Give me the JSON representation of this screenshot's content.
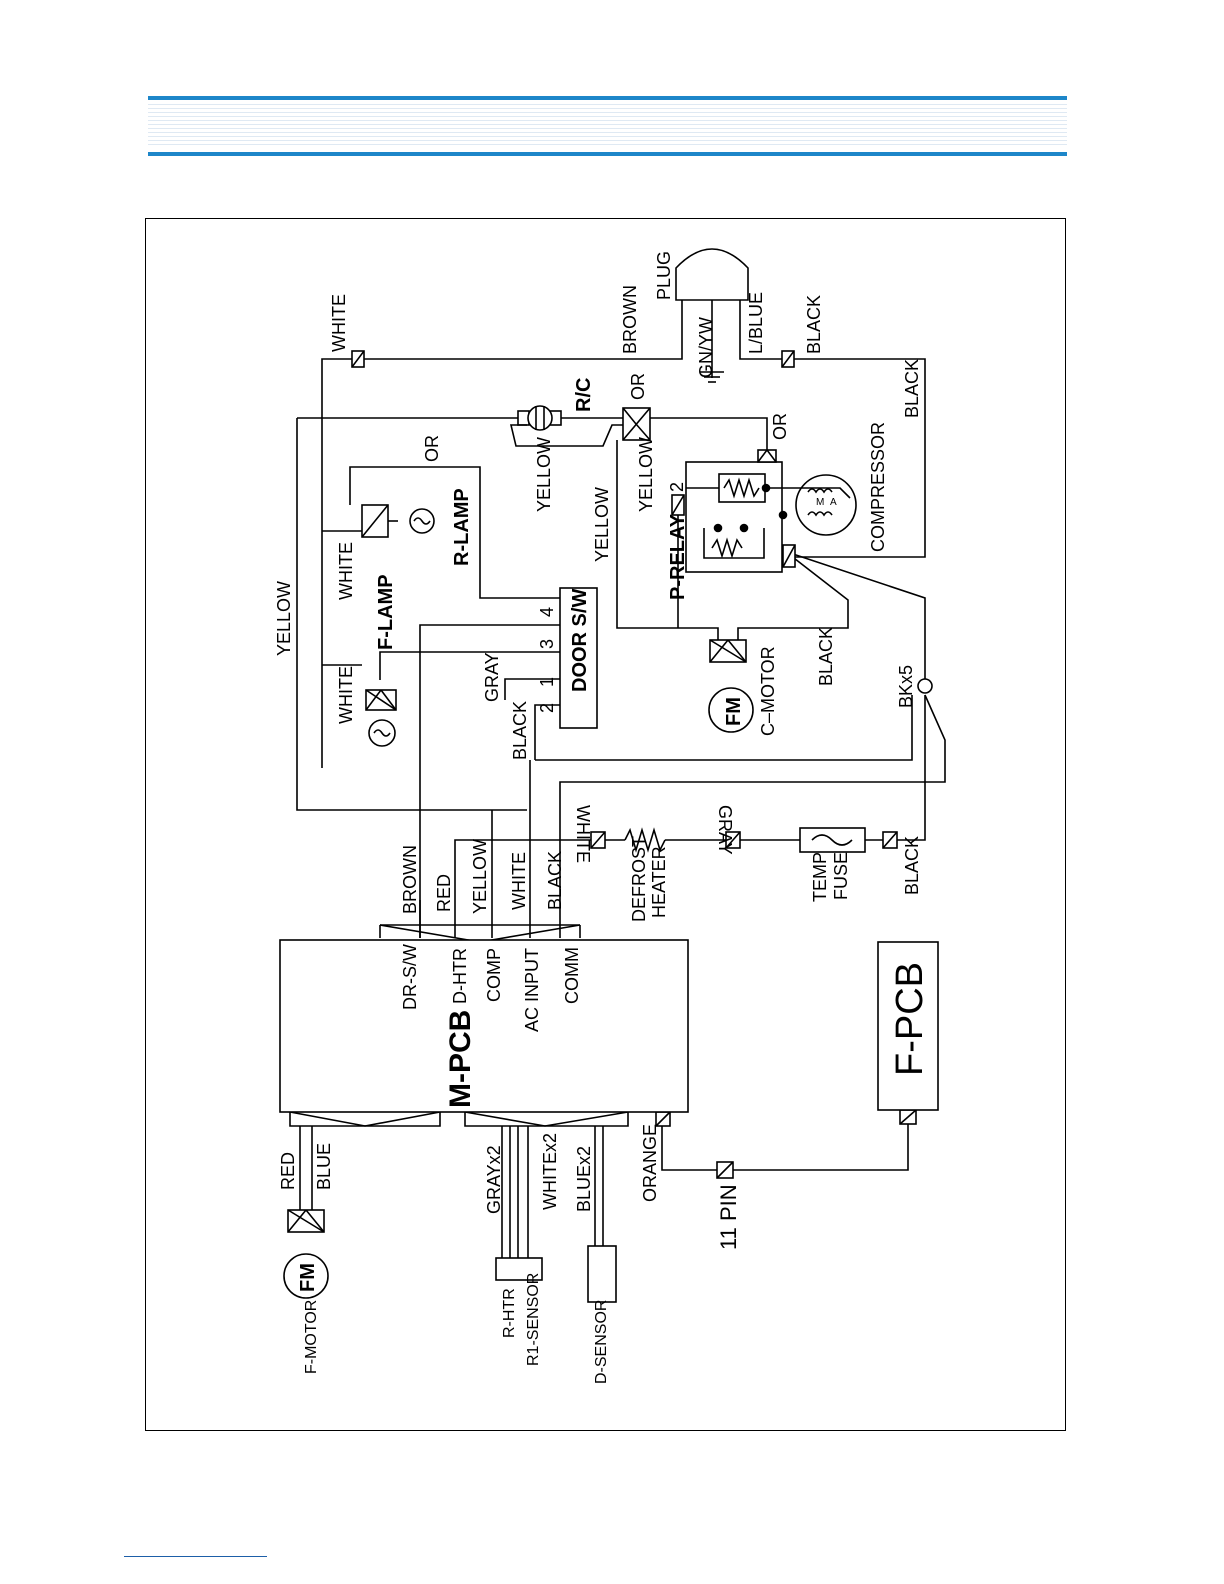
{
  "diagram": {
    "wire_labels": {
      "white_top": "WHITE",
      "brown_top": "BROWN",
      "plug": "PLUG",
      "gnyw": "GN/YW",
      "lblue": "L/BLUE",
      "black_plug": "BLACK",
      "black_right": "BLACK",
      "or_top": "OR",
      "or_relay": "OR",
      "rc": "R/C",
      "yellow_rc": "YELLOW",
      "yellow_relay": "YELLOW",
      "yellow_mid": "YELLOW",
      "compressor": "COMPRESSOR",
      "or_rlamp": "OR",
      "rlamp": "R-LAMP",
      "white_rlamp": "WHITE",
      "flamp": "F-LAMP",
      "white_flamp": "WHITE",
      "yellow_left": "YELLOW",
      "prelay": "P-RELAY",
      "relay_pin": "2",
      "doorsw": "DOOR S/W",
      "gray_door": "GRAY",
      "black_door": "BLACK",
      "black_cmotor": "BLACK",
      "cmotor": "C–MOTOR",
      "fm": "FM",
      "bkx5": "BKx5",
      "white_mirror": "WHITE",
      "gray_mirror": "GRAY",
      "brown_bus": "BROWN",
      "red_bus": "RED",
      "yellow_bus": "YELLOW",
      "white_bus": "WHITE",
      "black_bus": "BLACK",
      "defrost": "DEFROST",
      "heater": "HEATER",
      "temp": "TEMP",
      "fuse": "FUSE",
      "black_fuse": "BLACK",
      "mpcb": "M-PCB",
      "drsw": "DR-S/W",
      "dhtr": "D-HTR",
      "comp": "COMP",
      "acinput": "AC INPUT",
      "comm": "COMM",
      "fpcb": "F-PCB",
      "red_fm": "RED",
      "blue_fm": "BLUE",
      "fmotor": "F-MOTOR",
      "grayx2": "GRAYx2",
      "whitex2": "WHITEx2",
      "bluex2": "BLUEx2",
      "orange": "ORANGE",
      "pin11": "11 PIN",
      "rhtr": "R-HTR",
      "r1sensor": "R1-SENSOR",
      "dsensor": "D-SENSOR",
      "door_pins": [
        "4",
        "3",
        "1",
        "2"
      ]
    },
    "colors": {
      "header_blue": "#1d86c9",
      "wire": "#000000"
    }
  }
}
